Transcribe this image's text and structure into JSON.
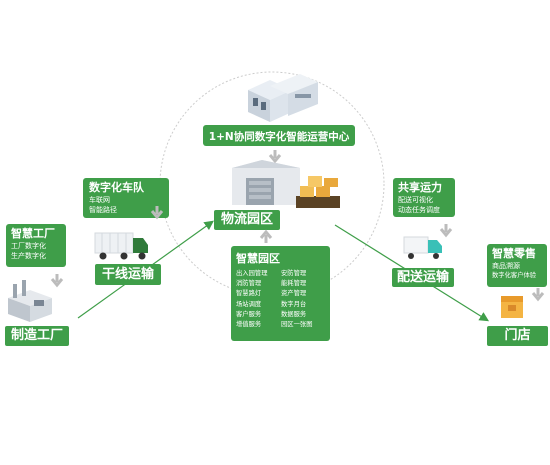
{
  "ioc": {
    "title": "1+N协同数字化智能运营中心IOC"
  },
  "fleet": {
    "title": "数字化车队",
    "items": [
      "车联网",
      "智能路径"
    ]
  },
  "factory_card": {
    "title": "智慧工厂",
    "items": [
      "工厂数字化",
      "生产数字化"
    ]
  },
  "trunk": {
    "label": "干线运输"
  },
  "manufacturing": {
    "label": "制造工厂"
  },
  "park": {
    "label": "物流园区"
  },
  "smart_park": {
    "title": "智慧园区",
    "items": [
      "出入园管理",
      "安防管理",
      "消防管理",
      "能耗管理",
      "智慧路灯",
      "资产管理",
      "场站调度",
      "数字月台",
      "客户服务",
      "数据服务",
      "增值服务",
      "园区一张图"
    ]
  },
  "shared": {
    "title": "共享运力",
    "items": [
      "配送可视化",
      "动态任务调度"
    ]
  },
  "delivery": {
    "label": "配送运输"
  },
  "retail": {
    "title": "智慧零售",
    "items": [
      "商品溯源",
      "数字化客户体验"
    ]
  },
  "store": {
    "label": "门店"
  },
  "colors": {
    "accent": "#3f9e49",
    "arrow": "#bcbcbc",
    "dashed_circle": "#cccccc"
  },
  "icons": [
    "building-icon",
    "warehouse-icon",
    "truck-icon",
    "factory-icon",
    "van-icon",
    "store-icon"
  ]
}
